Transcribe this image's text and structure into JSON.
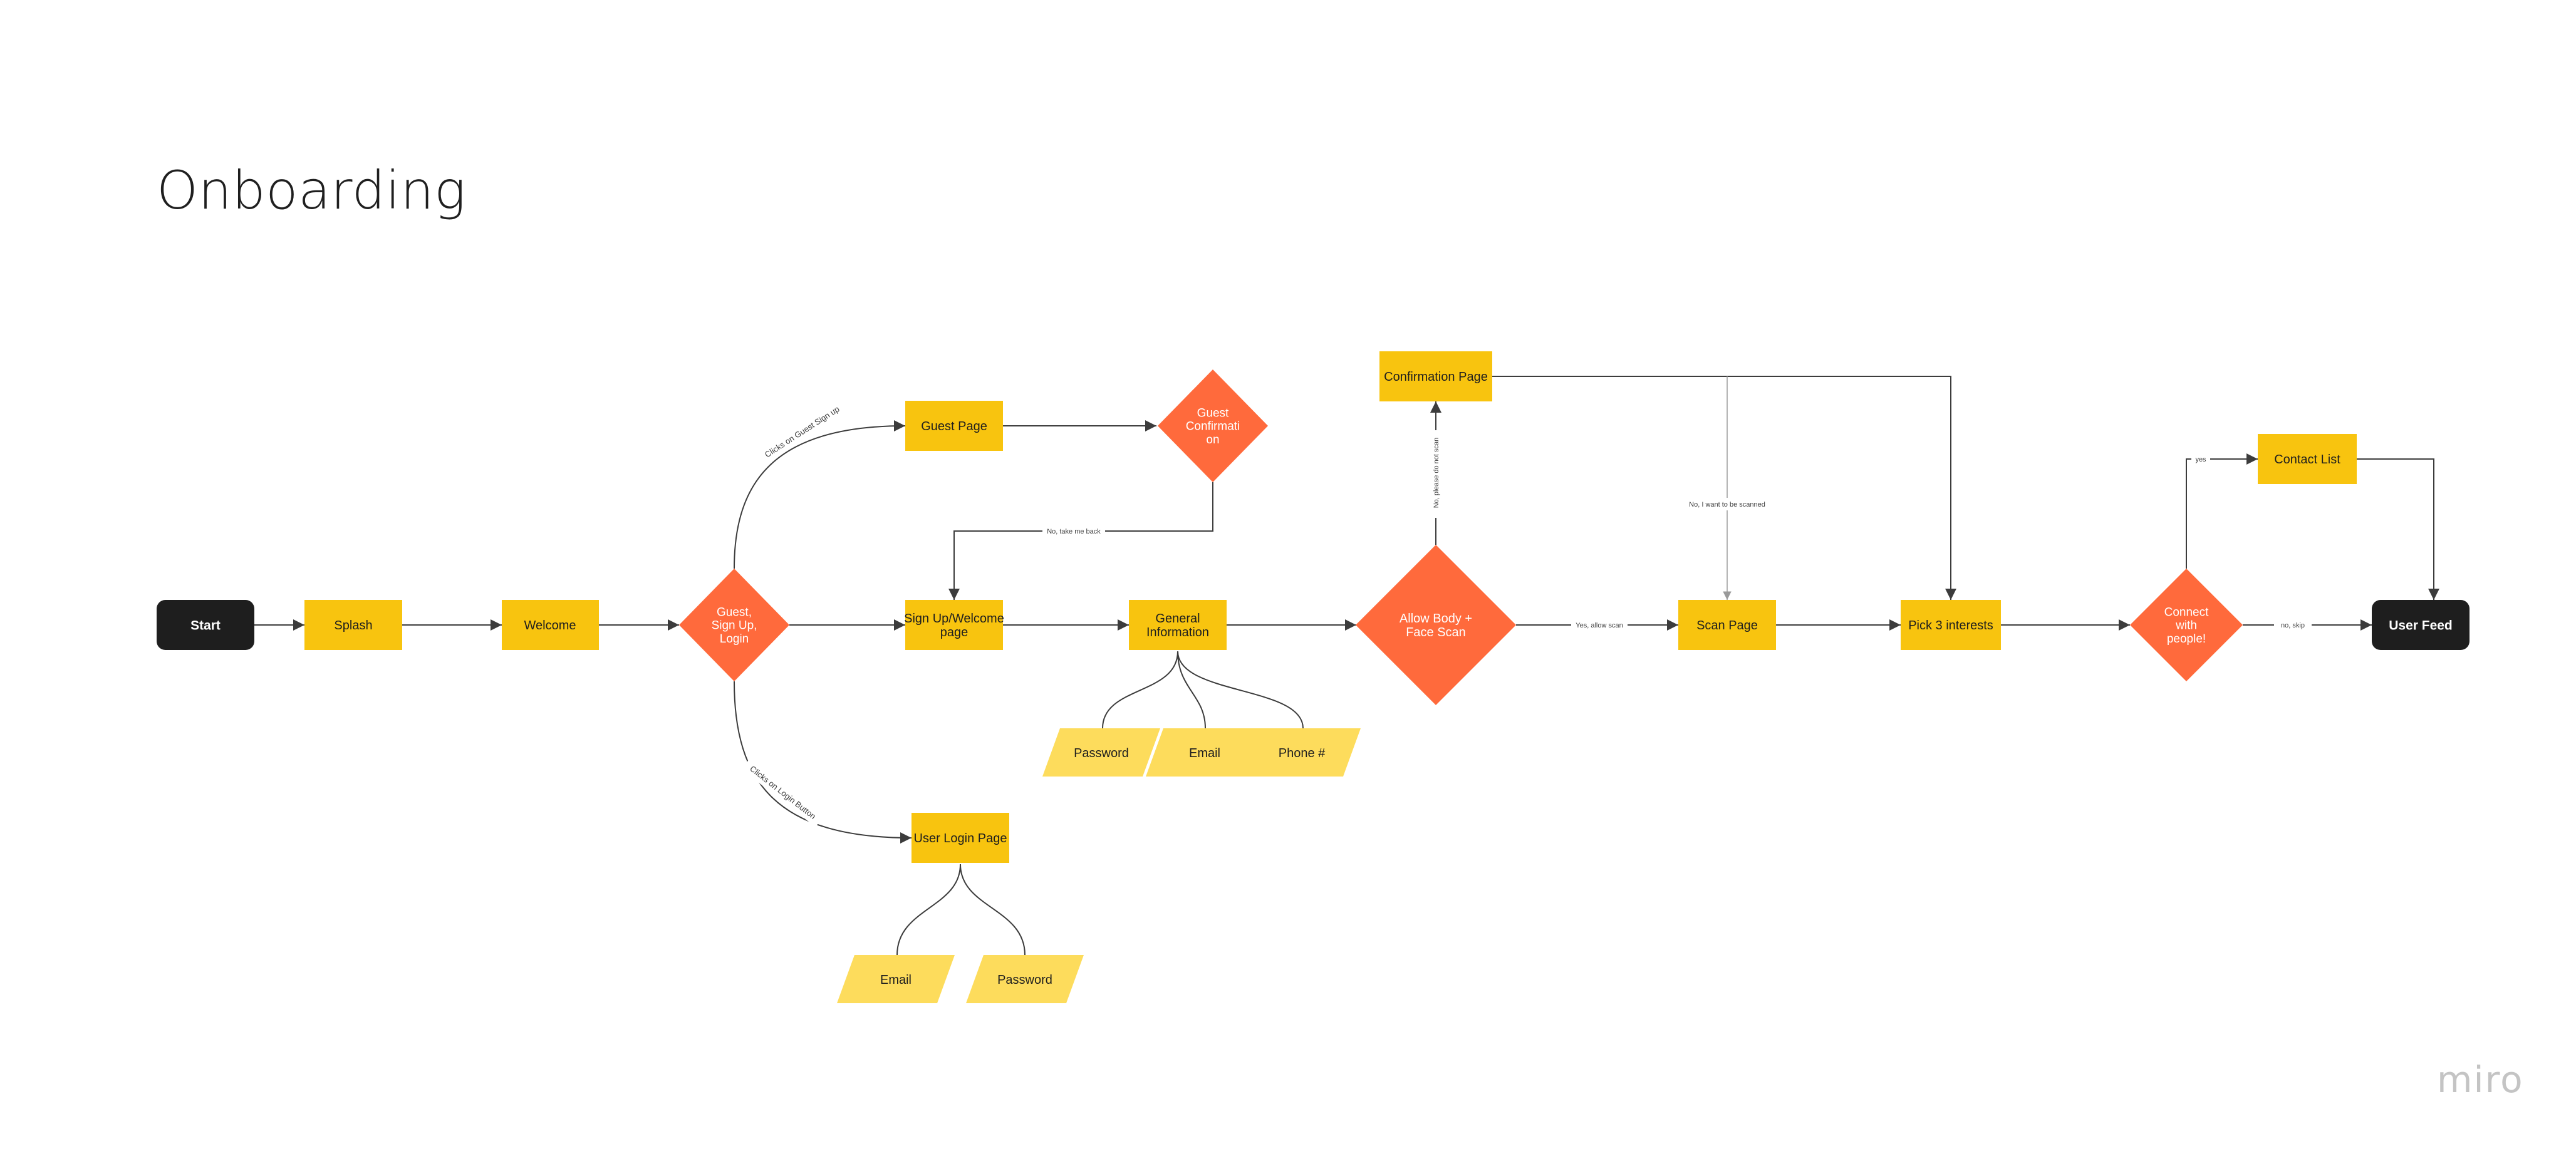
{
  "page": {
    "title": "Onboarding",
    "brand": "miro"
  },
  "colors": {
    "terminal": "#1e1e1e",
    "process": "#f8c40f",
    "decision": "#ff6a3c",
    "input": "#fddc5c",
    "line": "#3c3c3c",
    "line_light": "#b5b5b5"
  },
  "nodes": {
    "start": {
      "label": [
        "Start"
      ]
    },
    "splash": {
      "label": [
        "Splash"
      ]
    },
    "welcome": {
      "label": [
        "Welcome"
      ]
    },
    "guest_signup_login": {
      "label": [
        "Guest,",
        "Sign Up,",
        "Login"
      ]
    },
    "guest_page": {
      "label": [
        "Guest Page"
      ]
    },
    "guest_confirmation": {
      "label": [
        "Guest",
        "Confirmati",
        "on"
      ]
    },
    "signup_welcome": {
      "label": [
        "Sign Up/Welcome",
        "page"
      ]
    },
    "general_info": {
      "label": [
        "General",
        "Information"
      ]
    },
    "gi_password": {
      "label": [
        "Password"
      ]
    },
    "gi_email": {
      "label": [
        "Email"
      ]
    },
    "gi_phone": {
      "label": [
        "Phone #"
      ]
    },
    "user_login": {
      "label": [
        "User Login Page"
      ]
    },
    "login_email": {
      "label": [
        "Email"
      ]
    },
    "login_password": {
      "label": [
        "Password"
      ]
    },
    "allow_scan": {
      "label": [
        "Allow Body +",
        "Face Scan"
      ]
    },
    "confirmation_page": {
      "label": [
        "Confirmation Page"
      ]
    },
    "scan_page": {
      "label": [
        "Scan Page"
      ]
    },
    "pick_interests": {
      "label": [
        "Pick 3 interests"
      ]
    },
    "connect_people": {
      "label": [
        "Connect",
        "with",
        "people!"
      ]
    },
    "contact_list": {
      "label": [
        "Contact List"
      ]
    },
    "user_feed": {
      "label": [
        "User Feed"
      ]
    }
  },
  "edge_labels": {
    "clicks_guest_signup": "Clicks on Guest Sign up",
    "clicks_login": "Clicks on Login Button",
    "take_me_back": "No, take me back",
    "no_not_scan": "No, please do not scan",
    "yes_allow_scan": "Yes, allow scan",
    "want_scanned": "No, I want to be scanned",
    "yes": "yes",
    "no_skip": "no, skip"
  }
}
